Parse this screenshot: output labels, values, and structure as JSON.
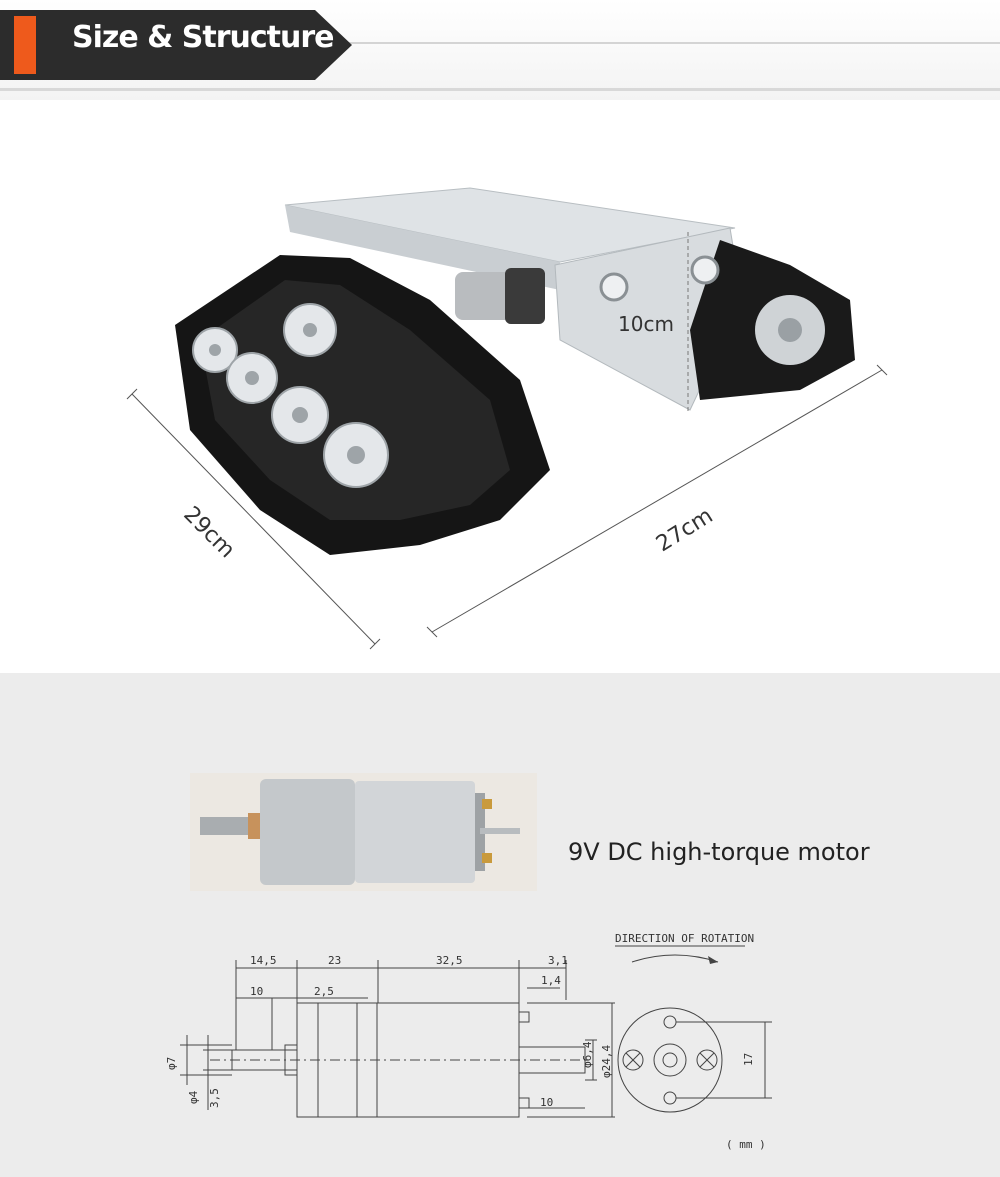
{
  "header": {
    "title": "Size & Structure",
    "accent_color": "#ee5a1c",
    "banner_color": "#2c2c2c"
  },
  "tank": {
    "dimensions": {
      "height": "10cm",
      "width": "29cm",
      "length": "27cm"
    }
  },
  "motor": {
    "caption": "9V DC high-torque motor",
    "drawing": {
      "rotation_title": "DIRECTION OF ROTATION",
      "unit": "( mm )",
      "dims": {
        "d_14_5": "14,5",
        "d_23": "23",
        "d_32_5": "32,5",
        "d_3_1": "3,1",
        "d_1_4": "1,4",
        "d_10_top": "10",
        "d_2_5": "2,5",
        "d_phi7": "φ7",
        "d_phi4": "φ4",
        "d_3_5": "3,5",
        "d_phi6_4": "φ6,4",
        "d_phi24_4": "φ24,4",
        "d_10_bottom": "10",
        "d_17": "17"
      }
    }
  }
}
